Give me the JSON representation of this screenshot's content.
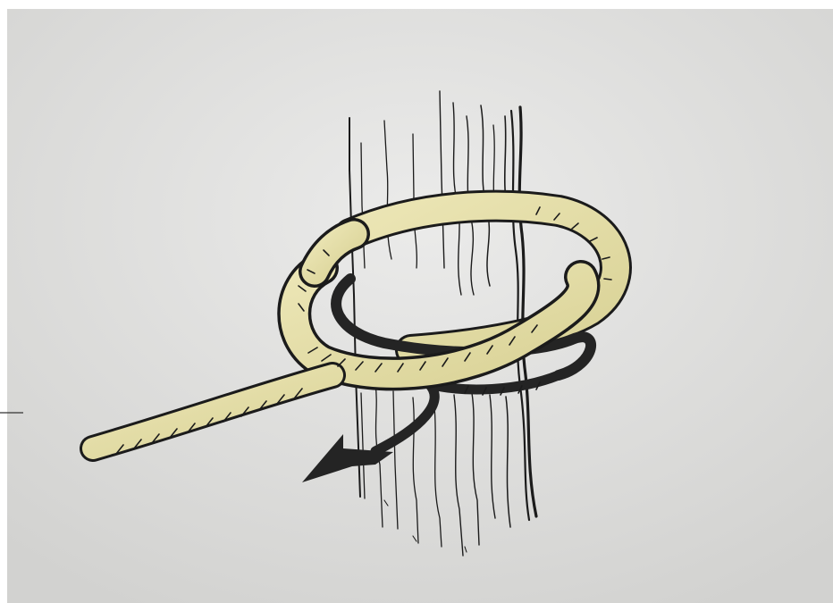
{
  "colors": {
    "paper": "#dcdcdb",
    "paper_highlight": "#ebebea",
    "ink": "#1b1b1b",
    "rope_fill": "#ddd79f",
    "rope_fill_light": "#ece6b6",
    "arrow": "#242424"
  },
  "illustration": {
    "subject_icon": "rope-knot-around-pole",
    "parts": [
      "pole",
      "rope-standing-end",
      "rope-loop",
      "direction-arrow"
    ]
  }
}
